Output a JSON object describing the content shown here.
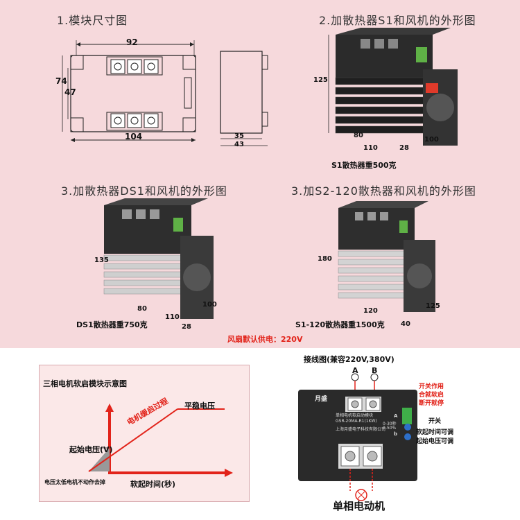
{
  "section1": {
    "title": "1.模块尺寸图",
    "dims": {
      "top": "92",
      "left_outer": "74",
      "left_inner": "47",
      "bottom": "104",
      "side1": "35",
      "side2": "43"
    }
  },
  "section2": {
    "title": "2.加散热器S1和风机的外形图",
    "dims": {
      "height": "125",
      "d1": "80",
      "d2": "110",
      "d3": "28",
      "d4": "100"
    },
    "caption": "S1散热器重500克"
  },
  "section3": {
    "title": "3.加散热器DS1和风机的外形图",
    "dims": {
      "height": "135",
      "d1": "80",
      "d2": "110",
      "d3": "28",
      "d4": "100"
    },
    "caption": "DS1散热器重750克"
  },
  "section4": {
    "title": "3.加S2-120散热器和风机的外形图",
    "dims": {
      "height": "180",
      "d1": "120",
      "d2": "40",
      "d3": "125"
    },
    "caption": "S1-120散热器重1500克"
  },
  "fan_note": "风扇默认供电：220V",
  "graph": {
    "title": "三相电机软启模块示意图",
    "stable_label": "平稳电压",
    "ramp_label": "电机缓启过程",
    "start_label": "起始电压(V)",
    "low_label": "电压太低电机不动作去掉",
    "x_label": "软起时间(秒)"
  },
  "wiring": {
    "title": "接线图(兼容220V,380V)",
    "terminal_a": "A",
    "terminal_b": "B",
    "switch_note": [
      "开关作用",
      "合就软启",
      "断开就停"
    ],
    "switch_label": "开关",
    "time_label": "软起时间可调",
    "voltage_label": "起始电压可调",
    "motor_label": "单相电动机",
    "module_brand": "月盛",
    "module_line1": "单相电机软启动模块",
    "module_line2": "GSR-20MA-R1(1KW)",
    "module_line3": "上海月盛电子科技有限公司",
    "pot_a": "A",
    "pot_b": "b",
    "pot_a_label": "0-30秒",
    "pot_b_label": "0-50%"
  }
}
